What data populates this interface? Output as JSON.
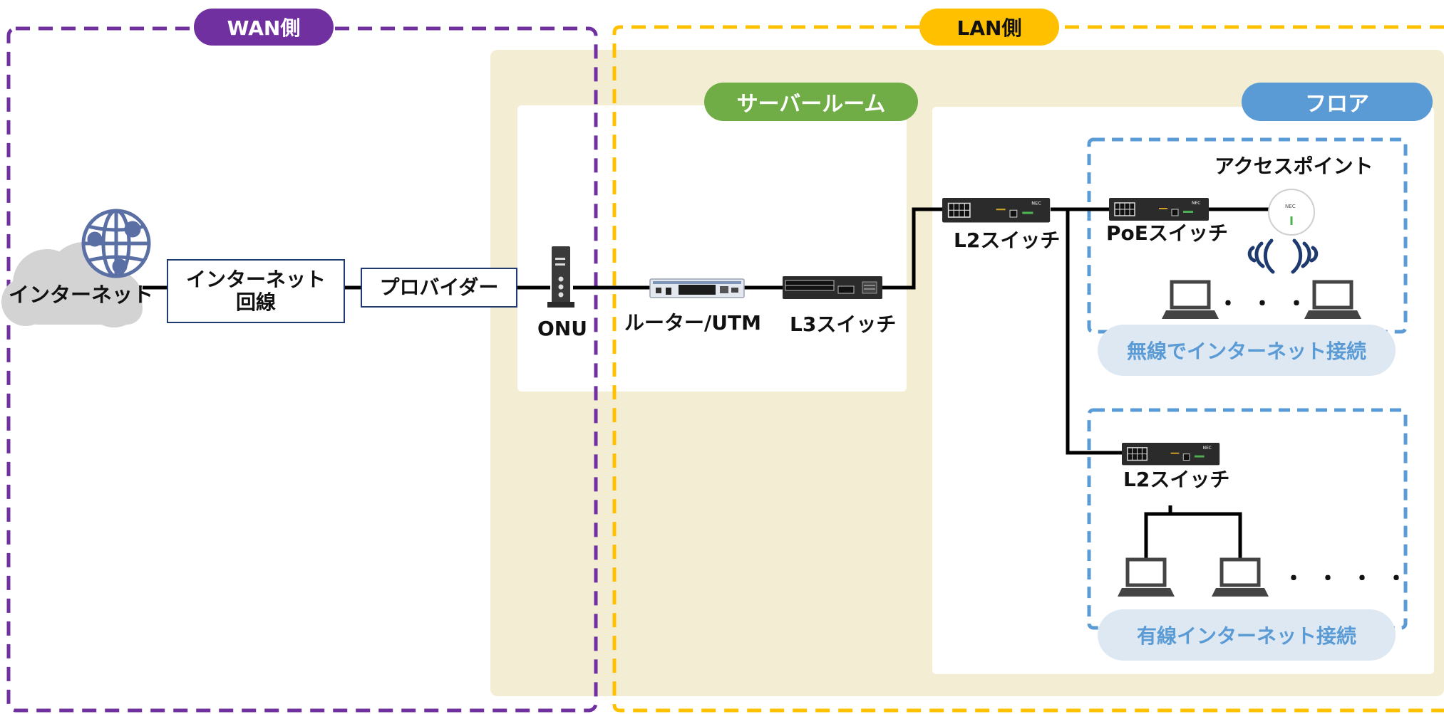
{
  "colors": {
    "wan": "#7030a0",
    "lan": "#ffc000",
    "server_room": "#70ad47",
    "floor": "#5b9bd5",
    "background_zone": "#f3eed3"
  },
  "zones": {
    "wan_label": "WAN側",
    "lan_label": "LAN側",
    "server_room_label": "サーバールーム",
    "floor_label": "フロア"
  },
  "nodes": {
    "internet": "インターネット",
    "line": "インターネット\n回線",
    "provider": "プロバイダー",
    "onu": "ONU",
    "router": "ルーター/UTM",
    "l3": "L3スイッチ",
    "l2_main": "L2スイッチ",
    "poe": "PoEスイッチ",
    "ap": "アクセスポイント",
    "l2_floor": "L2スイッチ"
  },
  "groups": {
    "wireless": "無線でインターネット接続",
    "wired": "有線インターネット接続"
  },
  "ellipsis_wireless": "・・・",
  "ellipsis_wired": "・・・・",
  "device_brand": "NEC"
}
